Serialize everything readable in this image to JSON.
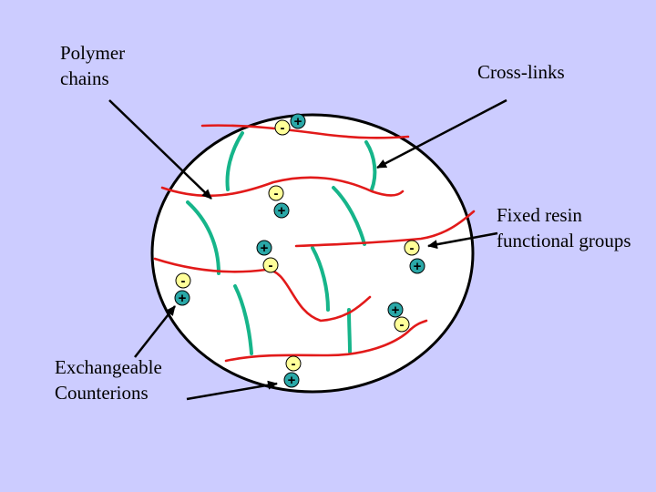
{
  "labels": {
    "polymer_line1": "Polymer",
    "polymer_line2": "chains",
    "crosslinks": "Cross-links",
    "fixed_line1": "Fixed resin",
    "fixed_line2": "functional groups",
    "exch_line1": "Exchangeable",
    "exch_line2": "Counterions"
  },
  "symbols": {
    "negative": "-",
    "positive": "+"
  },
  "colors": {
    "background": "#ccccff",
    "bead_fill": "#ffffff",
    "polymer_chain": "#e21a1a",
    "cross_link": "#16b58a",
    "fixed_group": "#ffff99",
    "counterion": "#2aa7a7",
    "outline": "#000000"
  }
}
